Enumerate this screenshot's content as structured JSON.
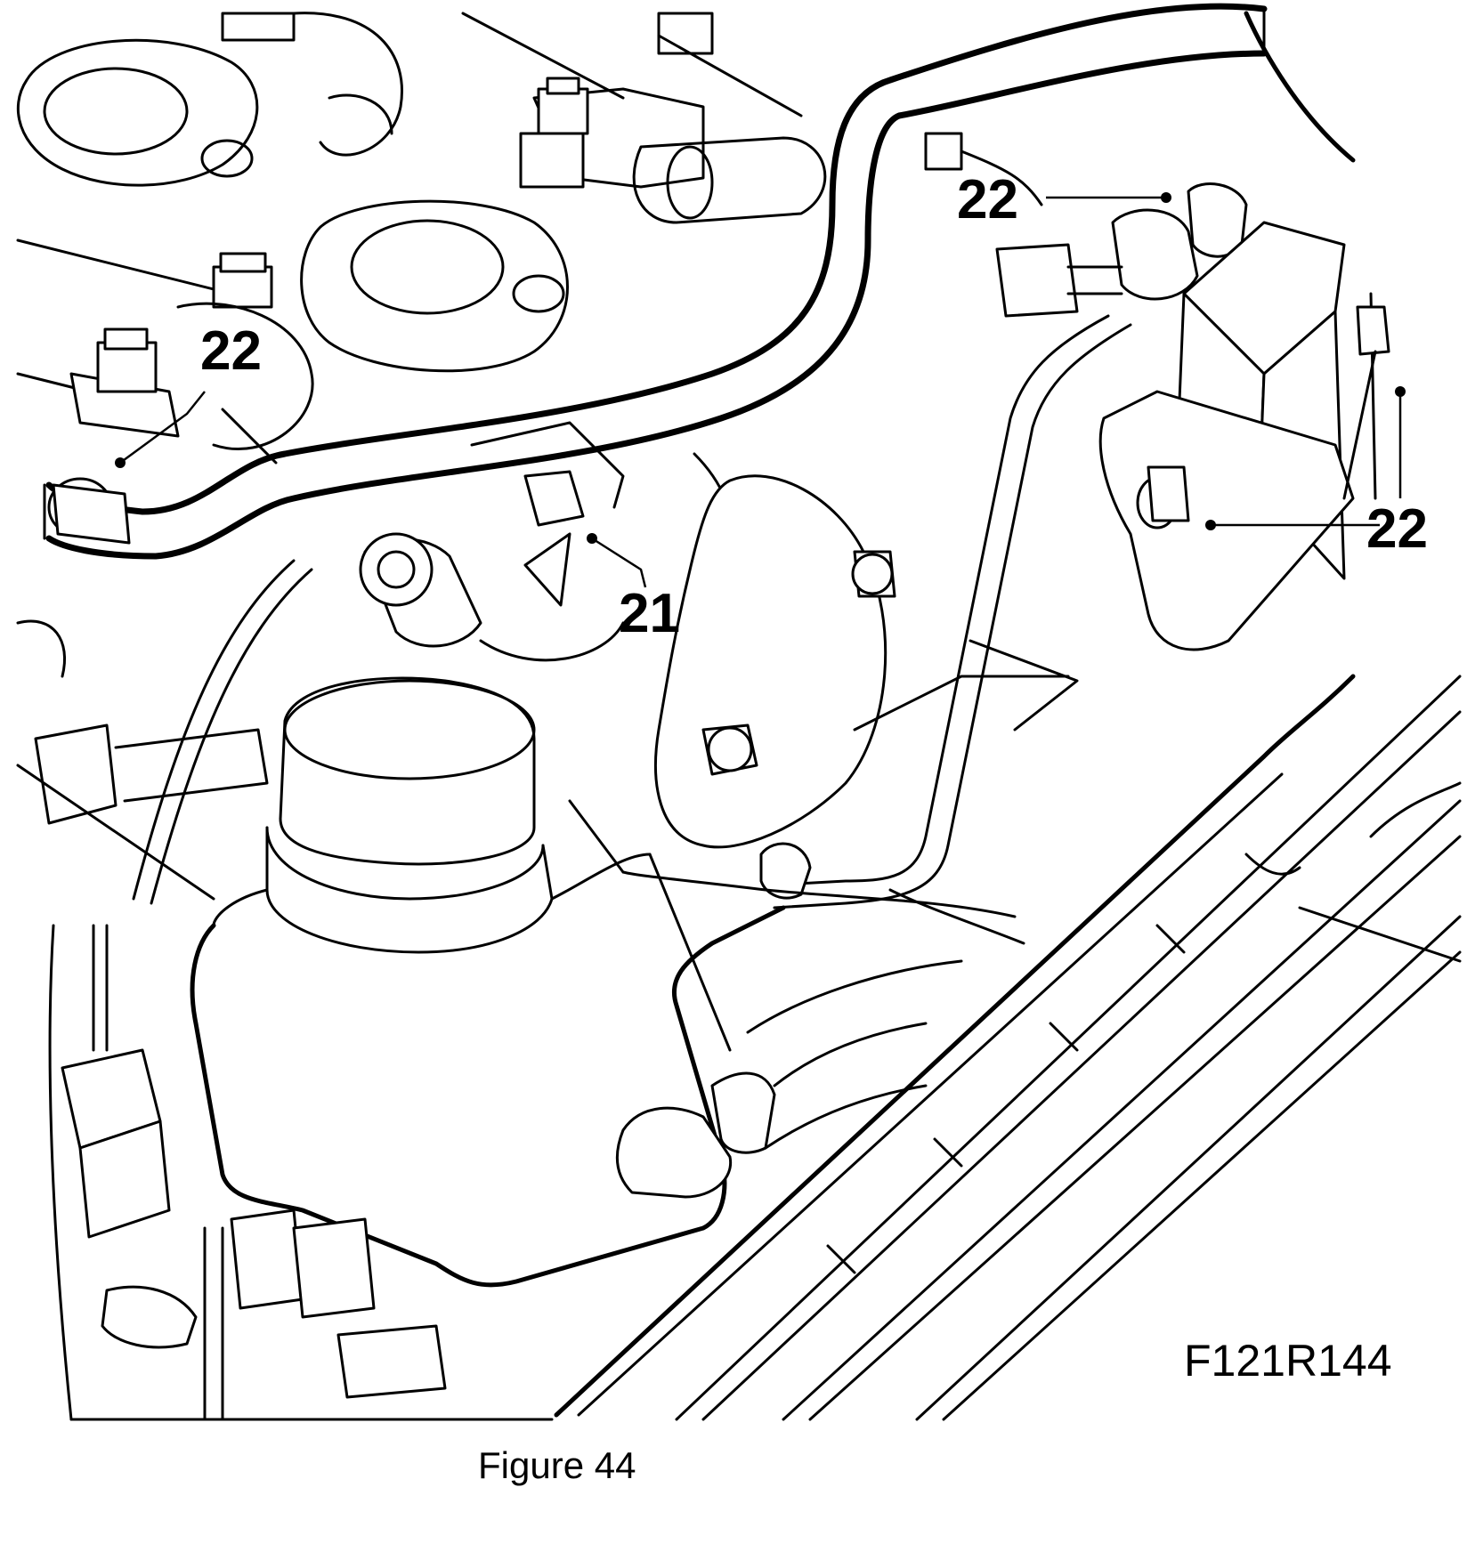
{
  "callouts": {
    "c22_top_left": "22",
    "c22_top_right": "22",
    "c21": "21",
    "c22_right": "22"
  },
  "figure_code": "F121R144",
  "caption": "Figure 44"
}
